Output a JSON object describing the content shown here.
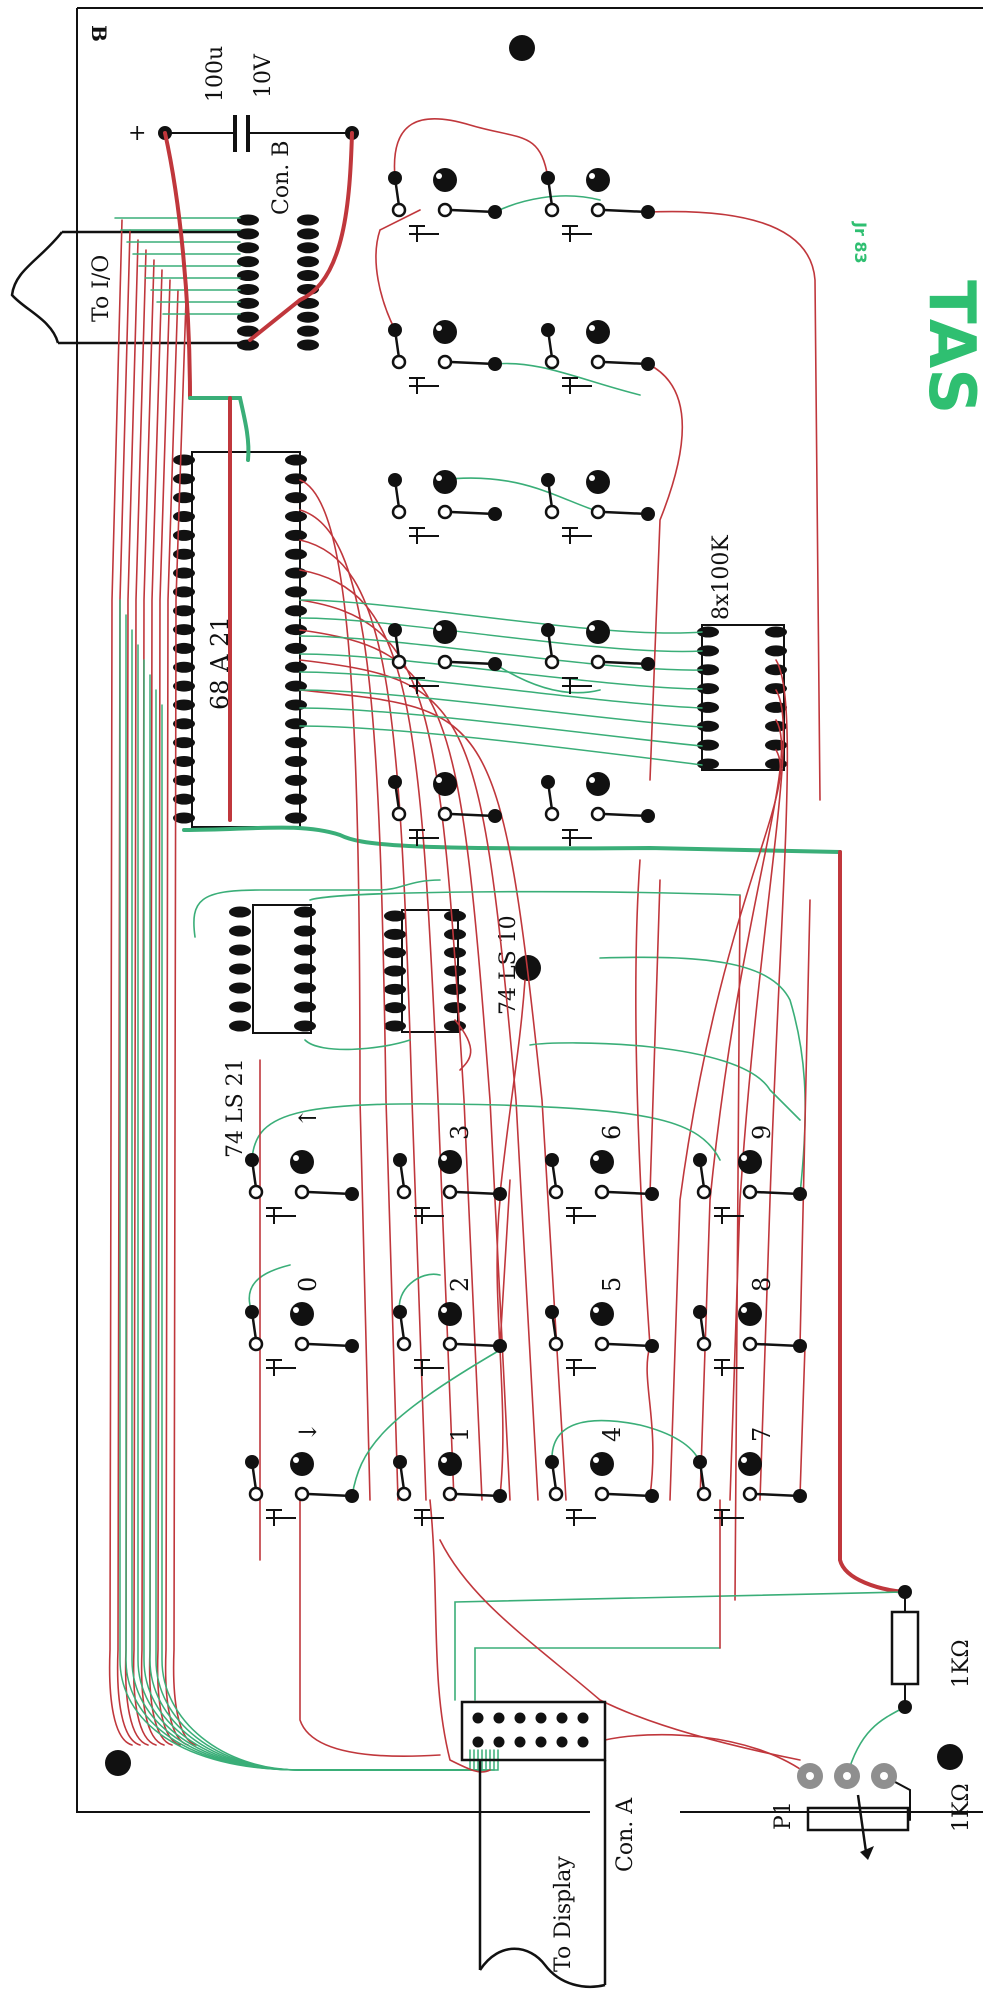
{
  "board": {
    "corner_label": "B",
    "capacitor_value": "100u",
    "capacitor_voltage": "10V",
    "capacitor_plus": "+",
    "con_b_label": "Con. B",
    "to_io_label": "To I/O",
    "ic_68a21_label": "68 A 21",
    "ic_74ls21_label": "74 LS 21",
    "ic_74ls10_label": "74 LS 10",
    "resistor_array_label": "8x100K",
    "resistor_1k_label": "1KΩ",
    "resistor_1k_label_2": "1KΩ",
    "pot_label": "P1",
    "con_a_label": "Con. A",
    "to_display_label": "To Display",
    "logo_text": "TAS",
    "logo_sub": "Jr 83"
  },
  "keypad_labels": [
    "↑",
    "3",
    "6",
    "9",
    "0",
    "2",
    "5",
    "8",
    "↓",
    "1",
    "4",
    "7"
  ],
  "colors": {
    "trace_red": "#c0373c",
    "trace_green": "#3aae78",
    "ink": "#111111",
    "pad_grey": "#8f8f8f",
    "logo_green": "#2fbf71"
  }
}
